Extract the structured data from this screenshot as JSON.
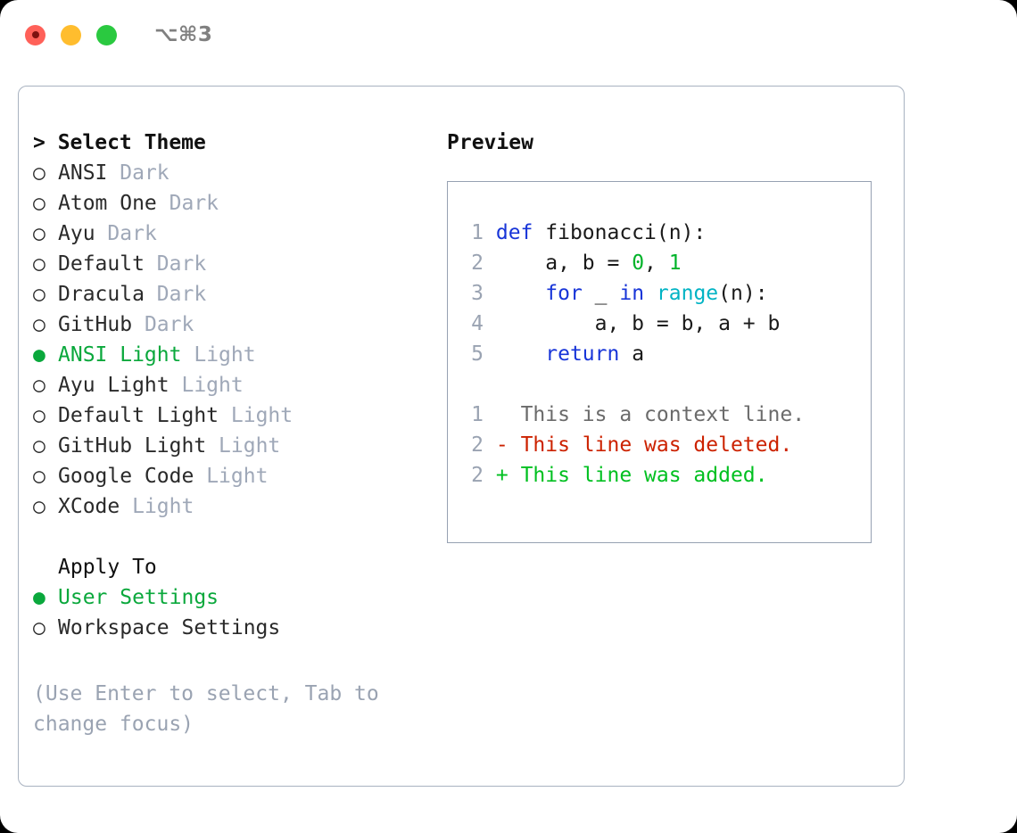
{
  "window": {
    "title": "⌥⌘3",
    "traffic_lights": [
      {
        "name": "close",
        "color": "#ff6159"
      },
      {
        "name": "minimize",
        "color": "#ffbd2e"
      },
      {
        "name": "maximize",
        "color": "#2ac940"
      }
    ]
  },
  "theme_picker": {
    "heading": "> Select Theme",
    "selected_bullet": "●",
    "unselected_bullet": "○",
    "items": [
      {
        "bullet": "○",
        "name": "ANSI",
        "kind": "Dark",
        "selected": false
      },
      {
        "bullet": "○",
        "name": "Atom One",
        "kind": "Dark",
        "selected": false
      },
      {
        "bullet": "○",
        "name": "Ayu",
        "kind": "Dark",
        "selected": false
      },
      {
        "bullet": "○",
        "name": "Default",
        "kind": "Dark",
        "selected": false
      },
      {
        "bullet": "○",
        "name": "Dracula",
        "kind": "Dark",
        "selected": false
      },
      {
        "bullet": "○",
        "name": "GitHub",
        "kind": "Dark",
        "selected": false
      },
      {
        "bullet": "●",
        "name": "ANSI Light",
        "kind": "Light",
        "selected": true
      },
      {
        "bullet": "○",
        "name": "Ayu Light",
        "kind": "Light",
        "selected": false
      },
      {
        "bullet": "○",
        "name": "Default Light",
        "kind": "Light",
        "selected": false
      },
      {
        "bullet": "○",
        "name": "GitHub Light",
        "kind": "Light",
        "selected": false
      },
      {
        "bullet": "○",
        "name": "Google Code",
        "kind": "Light",
        "selected": false
      },
      {
        "bullet": "○",
        "name": "XCode",
        "kind": "Light",
        "selected": false
      }
    ]
  },
  "apply_to": {
    "heading": "Apply To",
    "options": [
      {
        "bullet": "●",
        "label": "User Settings",
        "selected": true
      },
      {
        "bullet": "○",
        "label": "Workspace Settings",
        "selected": false
      }
    ]
  },
  "hint": "(Use Enter to select, Tab to change focus)",
  "preview": {
    "heading": "Preview",
    "code_lines": [
      {
        "lineno": "1",
        "tokens": [
          {
            "text": "def ",
            "style": "kw"
          },
          {
            "text": "fibonacci",
            "style": "fn"
          },
          {
            "text": "(n):",
            "style": "code-body"
          }
        ]
      },
      {
        "lineno": "2",
        "tokens": [
          {
            "text": "    a, b = ",
            "style": "code-body"
          },
          {
            "text": "0",
            "style": "num"
          },
          {
            "text": ", ",
            "style": "code-body"
          },
          {
            "text": "1",
            "style": "num"
          }
        ]
      },
      {
        "lineno": "3",
        "tokens": [
          {
            "text": "    ",
            "style": "code-body"
          },
          {
            "text": "for",
            "style": "kw"
          },
          {
            "text": " _ ",
            "style": "code-body"
          },
          {
            "text": "in",
            "style": "kw"
          },
          {
            "text": " ",
            "style": "code-body"
          },
          {
            "text": "range",
            "style": "bi"
          },
          {
            "text": "(n):",
            "style": "code-body"
          }
        ]
      },
      {
        "lineno": "4",
        "tokens": [
          {
            "text": "        a, b = b, a + b",
            "style": "code-body"
          }
        ]
      },
      {
        "lineno": "5",
        "tokens": [
          {
            "text": "    ",
            "style": "code-body"
          },
          {
            "text": "return",
            "style": "kw"
          },
          {
            "text": " a",
            "style": "code-body"
          }
        ]
      }
    ],
    "diff_lines": [
      {
        "lineno": "1",
        "marker": "  ",
        "text": "This is a context line.",
        "style": "diff-ctx"
      },
      {
        "lineno": "2",
        "marker": "- ",
        "text": "This line was deleted.",
        "style": "diff-del"
      },
      {
        "lineno": "2",
        "marker": "+ ",
        "text": "This line was added.",
        "style": "diff-add"
      }
    ]
  },
  "colors": {
    "accent_green": "#0aa83c",
    "muted": "#9fa8b8",
    "keyword_blue": "#1835d8",
    "builtin_cyan": "#00b3c4",
    "number_green": "#00b32a",
    "diff_delete_red": "#cc2200",
    "diff_add_green": "#00c020",
    "panel_border": "#a8b2c0"
  }
}
